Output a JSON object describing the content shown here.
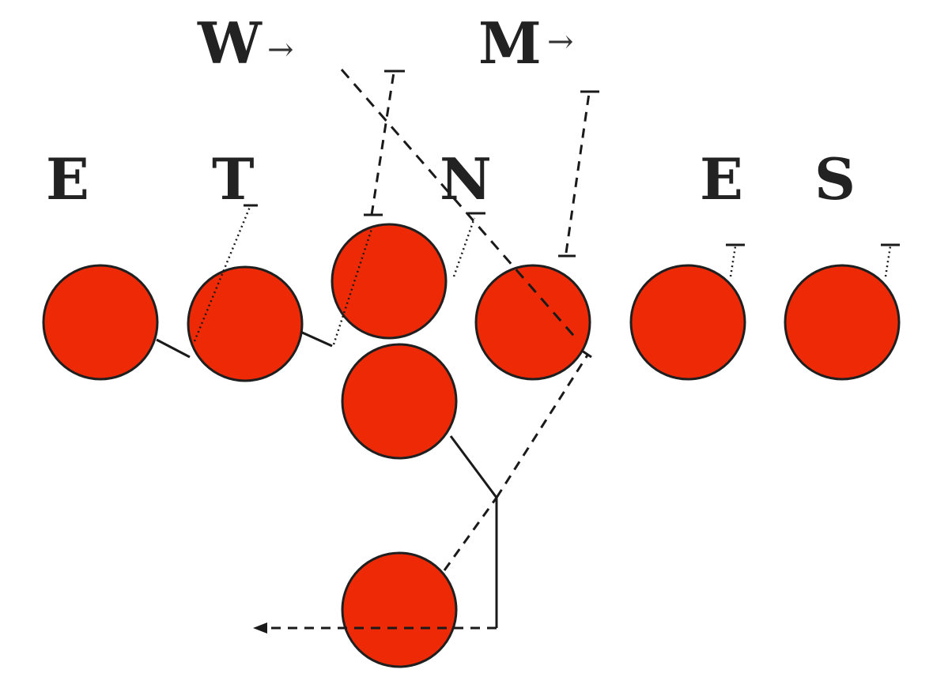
{
  "diagram": {
    "defense_labels": {
      "w": "W",
      "m": "M",
      "e_left": "E",
      "t": "T",
      "n": "N",
      "e_right": "E",
      "s": "S"
    },
    "motion_arrow": "→",
    "colors": {
      "player_fill": "#ee2a06",
      "player_stroke": "#1f1f1f",
      "route_stroke": "#1a1a1a",
      "label": "#222222"
    }
  }
}
